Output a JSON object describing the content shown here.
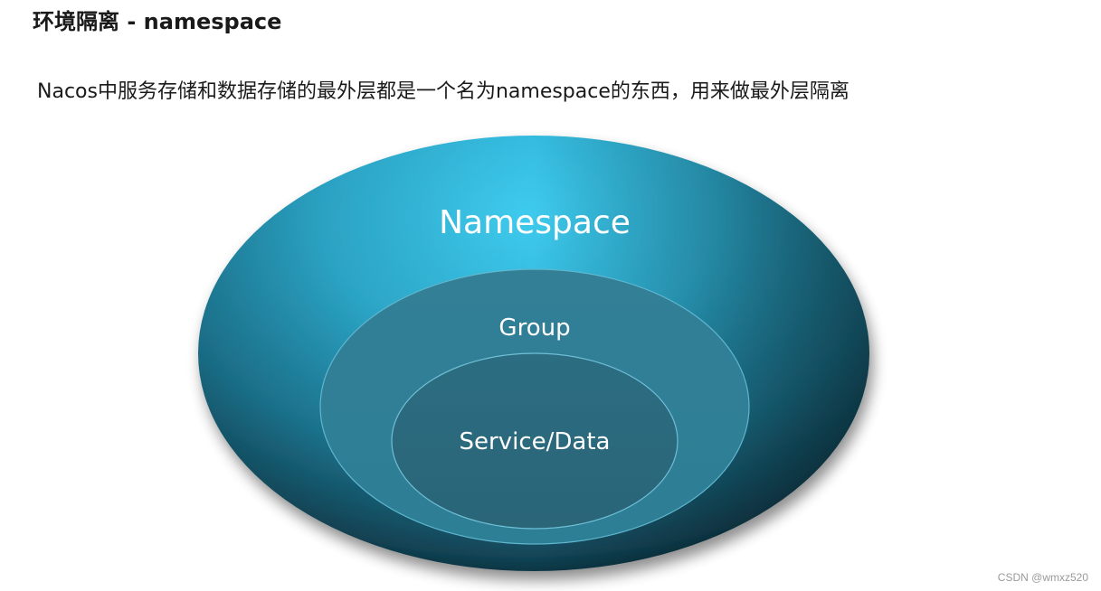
{
  "page": {
    "title": "环境隔离 - namespace",
    "description": "Nacos中服务存储和数据存储的最外层都是一个名为namespace的东西，用来做最外层隔离"
  },
  "diagram": {
    "layers": [
      {
        "label": "Namespace"
      },
      {
        "label": "Group"
      },
      {
        "label": "Service/Data"
      }
    ],
    "colors": {
      "outer_light": "#3ec8ec",
      "outer_dark": "#0b2a38",
      "middle": "#2e87a0",
      "inner": "#2a6a80"
    }
  },
  "watermark": "CSDN @wmxz520"
}
